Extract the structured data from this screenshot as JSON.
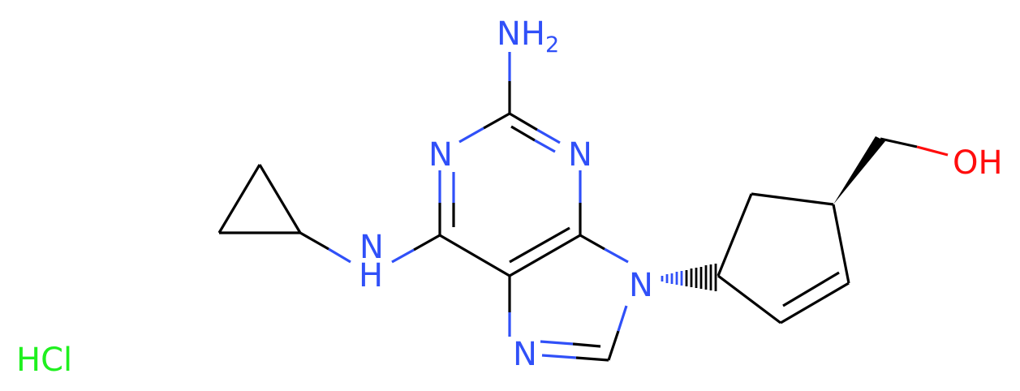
{
  "colors": {
    "bond": "#000000",
    "nitrogen": "#3050F8",
    "oxygen": "#FF0D0D",
    "chlorine": "#1FF01F"
  },
  "labels": {
    "nh2": "NH",
    "nh2_subscript": "2",
    "n1": "N",
    "n3": "N",
    "n_amine": "N",
    "h_amine": "H",
    "n9": "N",
    "n7": "N",
    "oh": "OH",
    "salt": "HCl"
  }
}
